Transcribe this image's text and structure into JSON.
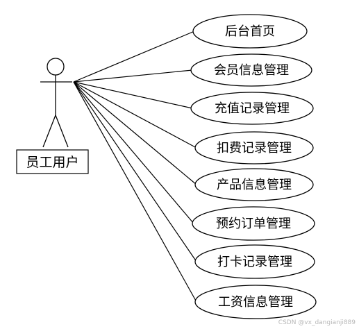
{
  "actor": {
    "name": "员工用户"
  },
  "use_cases": [
    {
      "label": "后台首页"
    },
    {
      "label": "会员信息管理"
    },
    {
      "label": "充值记录管理"
    },
    {
      "label": "扣费记录管理"
    },
    {
      "label": "产品信息管理"
    },
    {
      "label": "预约订单管理"
    },
    {
      "label": "打卡记录管理"
    },
    {
      "label": "工资信息管理"
    }
  ],
  "watermark": "CSDN @vx_dangianji889"
}
